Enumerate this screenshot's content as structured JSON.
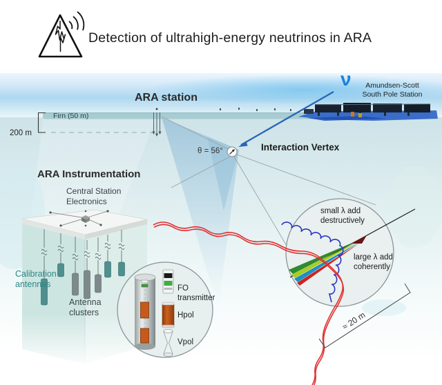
{
  "header": {
    "title": "Detection of ultrahigh-energy neutrinos in ARA",
    "logo": "ara-logo (triangle with radio pulse and emitted waves)"
  },
  "scene": {
    "surface": {
      "ara_station_label": "ARA station",
      "firn_label": "Firn (50 m)",
      "depth_label": "200 m",
      "neutrino_symbol": "ν",
      "station_name": "Amundsen-Scott\nSouth Pole Station"
    },
    "interaction": {
      "vertex_label": "Interaction Vertex",
      "cherenkov_angle": "θ = 56°"
    },
    "instrumentation": {
      "heading": "ARA Instrumentation",
      "cse_label": "Central Station\nElectronics",
      "calibration_label": "Calibration\nantennas",
      "clusters_label": "Antenna\nclusters"
    },
    "antenna_inset": {
      "fo_label": "FO\ntransmitter",
      "hpol_label": "Hpol",
      "vpol_label": "Vpol"
    },
    "shower_inset": {
      "small_lambda": "small λ add\ndestructively",
      "large_lambda": "large λ add\ncoherently",
      "scale_label": "≈ 20 m"
    }
  },
  "colors": {
    "neutrino_blue": "#1b84d6",
    "arrow_blue": "#2a66b5",
    "wave_red": "#e13030",
    "helix_blue": "#2a35c0",
    "calibration_teal": "#2e8585",
    "cone_blue": "#9cc3da",
    "firn_band": "#a7cdd3",
    "station_shadow_blue": "#2f62c8",
    "ice_blue": "#cfe4e9"
  }
}
